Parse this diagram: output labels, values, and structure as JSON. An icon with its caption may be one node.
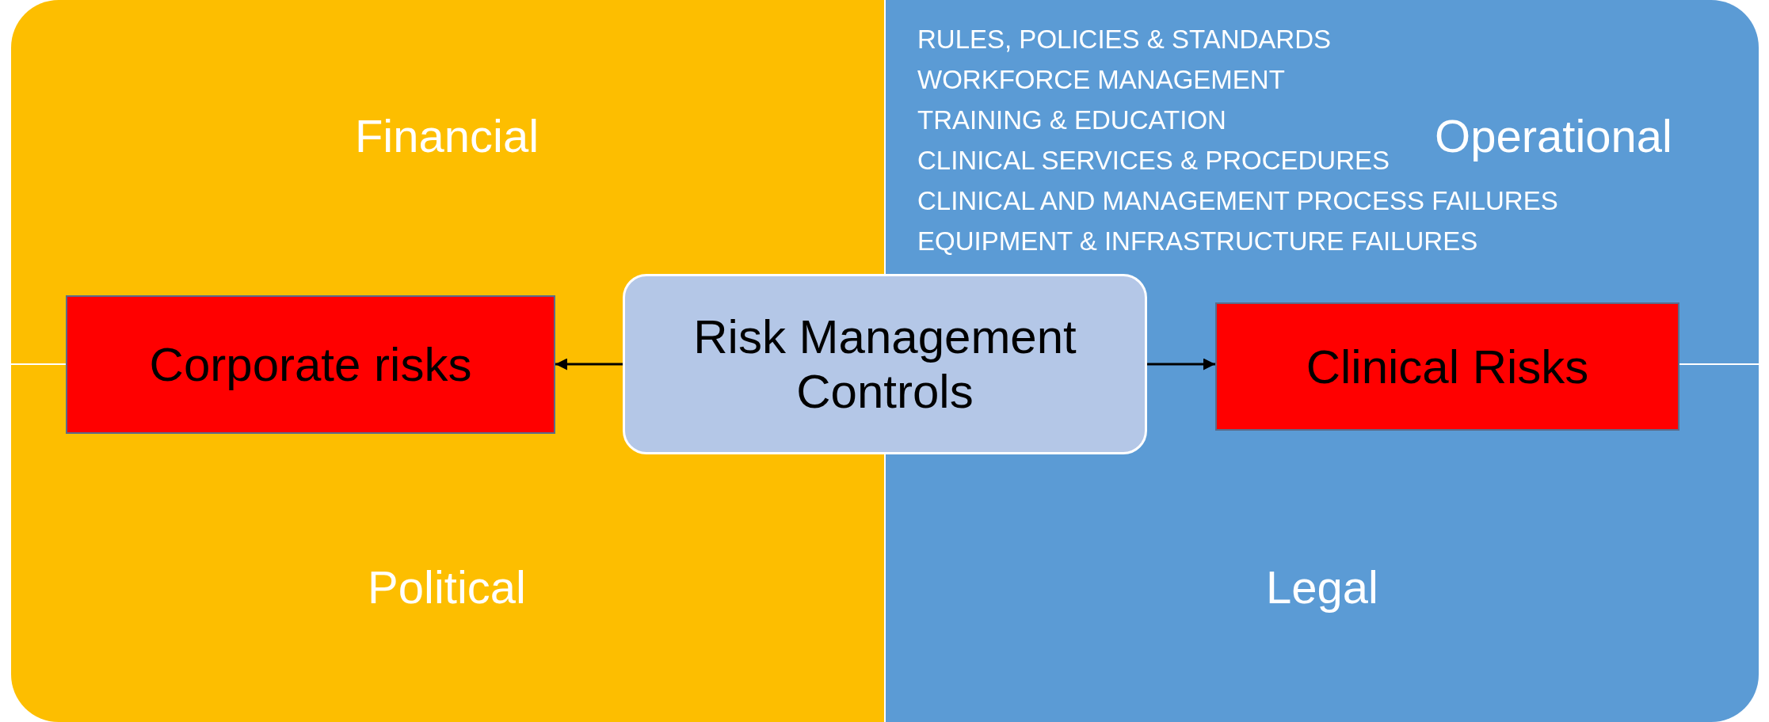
{
  "diagram": {
    "nodes": [
      {
        "text": [
          "Financial"
        ]
      },
      {
        "text": [
          "Operational",
          "RULES, POLICIES & STANDARDS",
          "WORKFORCE MANAGEMENT",
          "TRAINING & EDUCATION",
          "CLINICAL SERVICES & PROCEDURES",
          "CLINICAL AND MANAGEMENT PROCESS FAILURES",
          "EQUIPMENT & INFRASTRUCTURE FAILURES"
        ]
      },
      {
        "text": [
          "Political"
        ]
      },
      {
        "text": [
          "Legal"
        ]
      },
      {
        "text": [
          "Risk Management Controls"
        ]
      },
      {
        "text": [
          "Corporate risks"
        ]
      },
      {
        "text": [
          "Clinical Risks"
        ]
      }
    ],
    "edges": [
      {
        "from": 4,
        "to": 5,
        "arrow": "to"
      },
      {
        "from": 4,
        "to": 6,
        "arrow": "to"
      }
    ]
  }
}
